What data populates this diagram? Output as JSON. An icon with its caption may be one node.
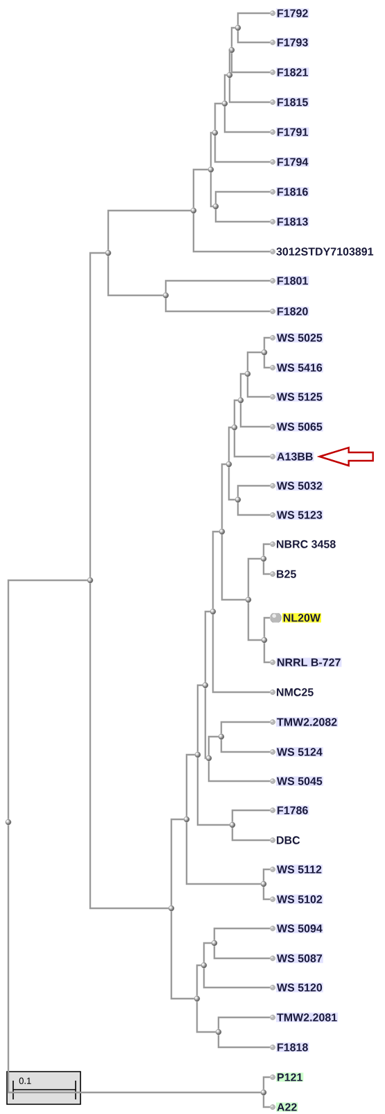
{
  "diagram": {
    "nodes": [
      {
        "text": [
          "F1792"
        ]
      },
      {
        "text": [
          "F1793"
        ]
      },
      {
        "text": [
          "F1821"
        ]
      },
      {
        "text": [
          "F1815"
        ]
      },
      {
        "text": [
          "F1791"
        ]
      },
      {
        "text": [
          "F1794"
        ]
      },
      {
        "text": [
          "F1816"
        ]
      },
      {
        "text": [
          "F1813"
        ]
      },
      {
        "text": [
          "3012STDY7103891"
        ]
      },
      {
        "text": [
          "F1801"
        ]
      },
      {
        "text": [
          "F1820"
        ]
      },
      {
        "text": [
          "WS 5025"
        ]
      },
      {
        "text": [
          "WS 5416"
        ]
      },
      {
        "text": [
          "WS 5125"
        ]
      },
      {
        "text": [
          "WS 5065"
        ]
      },
      {
        "text": [
          "A13BB"
        ]
      },
      {
        "text": [
          "WS 5032"
        ]
      },
      {
        "text": [
          "WS 5123"
        ]
      },
      {
        "text": [
          "NBRC 3458"
        ]
      },
      {
        "text": [
          "B25"
        ]
      },
      {
        "text": [
          "NL20W"
        ]
      },
      {
        "text": [
          "NRRL B-727"
        ]
      },
      {
        "text": [
          "NMC25"
        ]
      },
      {
        "text": [
          "TMW2.2082"
        ]
      },
      {
        "text": [
          "WS 5124"
        ]
      },
      {
        "text": [
          "WS 5045"
        ]
      },
      {
        "text": [
          "F1786"
        ]
      },
      {
        "text": [
          "DBC"
        ]
      },
      {
        "text": [
          "WS 5112"
        ]
      },
      {
        "text": [
          "WS 5102"
        ]
      },
      {
        "text": [
          "WS 5094"
        ]
      },
      {
        "text": [
          "WS 5087"
        ]
      },
      {
        "text": [
          "WS 5120"
        ]
      },
      {
        "text": [
          "TMW2.2081"
        ]
      },
      {
        "text": [
          "F1818"
        ]
      },
      {
        "text": [
          "P121"
        ]
      },
      {
        "text": [
          "A22"
        ]
      },
      {
        "text": [],
        "shape": "circle"
      },
      {
        "text": [],
        "shape": "circle"
      },
      {
        "text": [],
        "shape": "circle"
      },
      {
        "text": [],
        "shape": "circle"
      },
      {
        "text": [],
        "shape": "circle"
      },
      {
        "text": [],
        "shape": "circle"
      },
      {
        "text": [],
        "shape": "circle"
      },
      {
        "text": [],
        "shape": "circle"
      },
      {
        "text": [],
        "shape": "circle"
      },
      {
        "text": [],
        "shape": "circle"
      },
      {
        "text": [],
        "shape": "circle"
      },
      {
        "text": [],
        "shape": "circle"
      },
      {
        "text": [],
        "shape": "circle"
      },
      {
        "text": [],
        "shape": "circle"
      },
      {
        "text": [],
        "shape": "circle"
      },
      {
        "text": [],
        "shape": "circle"
      },
      {
        "text": [],
        "shape": "circle"
      },
      {
        "text": [],
        "shape": "circle"
      },
      {
        "text": [],
        "shape": "circle"
      },
      {
        "text": [],
        "shape": "circle"
      },
      {
        "text": [],
        "shape": "circle"
      },
      {
        "text": [],
        "shape": "circle"
      },
      {
        "text": [],
        "shape": "circle"
      },
      {
        "text": [],
        "shape": "circle"
      },
      {
        "text": [],
        "shape": "circle"
      },
      {
        "text": [],
        "shape": "circle"
      },
      {
        "text": [],
        "shape": "circle"
      },
      {
        "text": [],
        "shape": "circle"
      },
      {
        "text": [],
        "shape": "circle"
      },
      {
        "text": [],
        "shape": "circle"
      },
      {
        "text": [],
        "shape": "circle"
      },
      {
        "text": [],
        "shape": "circle"
      },
      {
        "text": [],
        "shape": "circle"
      },
      {
        "text": [],
        "shape": "circle"
      },
      {
        "text": [],
        "shape": "circle"
      },
      {
        "text": [],
        "shape": "circle"
      }
    ],
    "edges": [
      {
        "from": 37,
        "to": 0,
        "arrow": "none"
      },
      {
        "from": 37,
        "to": 1,
        "arrow": "none"
      },
      {
        "from": 38,
        "to": 37,
        "arrow": "none"
      },
      {
        "from": 38,
        "to": 2,
        "arrow": "none"
      },
      {
        "from": 39,
        "to": 38,
        "arrow": "none"
      },
      {
        "from": 39,
        "to": 3,
        "arrow": "none"
      },
      {
        "from": 40,
        "to": 39,
        "arrow": "none"
      },
      {
        "from": 40,
        "to": 4,
        "arrow": "none"
      },
      {
        "from": 41,
        "to": 40,
        "arrow": "none"
      },
      {
        "from": 41,
        "to": 5,
        "arrow": "none"
      },
      {
        "from": 42,
        "to": 6,
        "arrow": "none"
      },
      {
        "from": 42,
        "to": 7,
        "arrow": "none"
      },
      {
        "from": 43,
        "to": 41,
        "arrow": "none"
      },
      {
        "from": 43,
        "to": 42,
        "arrow": "none"
      },
      {
        "from": 44,
        "to": 43,
        "arrow": "none"
      },
      {
        "from": 44,
        "to": 8,
        "arrow": "none"
      },
      {
        "from": 45,
        "to": 9,
        "arrow": "none"
      },
      {
        "from": 45,
        "to": 10,
        "arrow": "none"
      },
      {
        "from": 46,
        "to": 44,
        "arrow": "none"
      },
      {
        "from": 46,
        "to": 45,
        "arrow": "none"
      },
      {
        "from": 47,
        "to": 11,
        "arrow": "none"
      },
      {
        "from": 47,
        "to": 12,
        "arrow": "none"
      },
      {
        "from": 48,
        "to": 47,
        "arrow": "none"
      },
      {
        "from": 48,
        "to": 13,
        "arrow": "none"
      },
      {
        "from": 49,
        "to": 48,
        "arrow": "none"
      },
      {
        "from": 49,
        "to": 14,
        "arrow": "none"
      },
      {
        "from": 50,
        "to": 49,
        "arrow": "none"
      },
      {
        "from": 50,
        "to": 15,
        "arrow": "none"
      },
      {
        "from": 51,
        "to": 16,
        "arrow": "none"
      },
      {
        "from": 51,
        "to": 17,
        "arrow": "none"
      },
      {
        "from": 52,
        "to": 50,
        "arrow": "none"
      },
      {
        "from": 52,
        "to": 51,
        "arrow": "none"
      },
      {
        "from": 53,
        "to": 18,
        "arrow": "none"
      },
      {
        "from": 53,
        "to": 19,
        "arrow": "none"
      },
      {
        "from": 54,
        "to": 20,
        "arrow": "none"
      },
      {
        "from": 54,
        "to": 21,
        "arrow": "none"
      },
      {
        "from": 55,
        "to": 53,
        "arrow": "none"
      },
      {
        "from": 55,
        "to": 54,
        "arrow": "none"
      },
      {
        "from": 56,
        "to": 52,
        "arrow": "none"
      },
      {
        "from": 56,
        "to": 55,
        "arrow": "none"
      },
      {
        "from": 57,
        "to": 56,
        "arrow": "none"
      },
      {
        "from": 57,
        "to": 22,
        "arrow": "none"
      },
      {
        "from": 58,
        "to": 23,
        "arrow": "none"
      },
      {
        "from": 58,
        "to": 24,
        "arrow": "none"
      },
      {
        "from": 59,
        "to": 58,
        "arrow": "none"
      },
      {
        "from": 59,
        "to": 25,
        "arrow": "none"
      },
      {
        "from": 60,
        "to": 57,
        "arrow": "none"
      },
      {
        "from": 60,
        "to": 59,
        "arrow": "none"
      },
      {
        "from": 61,
        "to": 26,
        "arrow": "none"
      },
      {
        "from": 61,
        "to": 27,
        "arrow": "none"
      },
      {
        "from": 62,
        "to": 60,
        "arrow": "none"
      },
      {
        "from": 62,
        "to": 61,
        "arrow": "none"
      },
      {
        "from": 63,
        "to": 28,
        "arrow": "none"
      },
      {
        "from": 63,
        "to": 29,
        "arrow": "none"
      },
      {
        "from": 64,
        "to": 62,
        "arrow": "none"
      },
      {
        "from": 64,
        "to": 63,
        "arrow": "none"
      },
      {
        "from": 65,
        "to": 30,
        "arrow": "none"
      },
      {
        "from": 65,
        "to": 31,
        "arrow": "none"
      },
      {
        "from": 66,
        "to": 65,
        "arrow": "none"
      },
      {
        "from": 66,
        "to": 32,
        "arrow": "none"
      },
      {
        "from": 67,
        "to": 33,
        "arrow": "none"
      },
      {
        "from": 67,
        "to": 34,
        "arrow": "none"
      },
      {
        "from": 68,
        "to": 66,
        "arrow": "none"
      },
      {
        "from": 68,
        "to": 67,
        "arrow": "none"
      },
      {
        "from": 69,
        "to": 64,
        "arrow": "none"
      },
      {
        "from": 69,
        "to": 68,
        "arrow": "none"
      },
      {
        "from": 70,
        "to": 46,
        "arrow": "none"
      },
      {
        "from": 70,
        "to": 69,
        "arrow": "none"
      },
      {
        "from": 71,
        "to": 35,
        "arrow": "none"
      },
      {
        "from": 71,
        "to": 36,
        "arrow": "none"
      },
      {
        "from": 72,
        "to": 70,
        "arrow": "none"
      },
      {
        "from": 72,
        "to": 71,
        "arrow": "none"
      },
      {
        "from": null,
        "to": 15,
        "arrow": "to",
        "color": "#c00000"
      }
    ],
    "labels": [
      "0.1"
    ]
  }
}
